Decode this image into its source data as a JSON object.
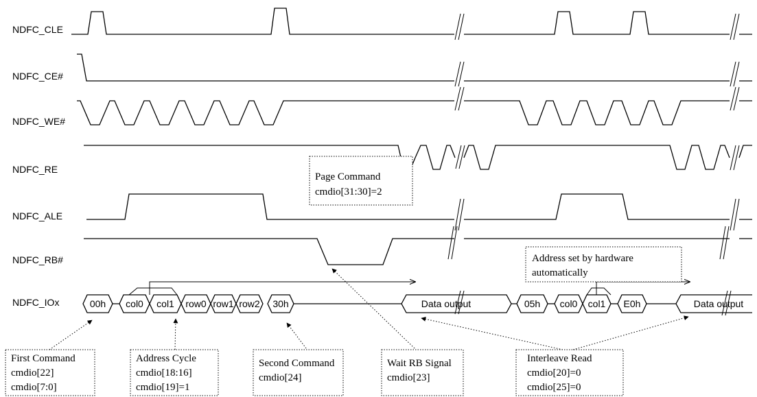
{
  "signals": {
    "cle": "NDFC_CLE",
    "ce": "NDFC_CE#",
    "we": "NDFC_WE#",
    "re": "NDFC_RE",
    "ale": "NDFC_ALE",
    "rb": "NDFC_RB#",
    "io": "NDFC_IOx"
  },
  "bus": {
    "c00h": "00h",
    "col0": "col0",
    "col1": "col1",
    "row0": "row0",
    "row1": "row1",
    "row2": "row2",
    "c30h": "30h",
    "data1": "Data output",
    "c05h": "05h",
    "col0b": "col0",
    "col1b": "col1",
    "cE0h": "E0h",
    "data2": "Data output"
  },
  "notes": {
    "page_command": [
      "Page Command",
      "cmdio[31:30]=2"
    ],
    "address_hw": [
      "Address set by hardware",
      "automatically"
    ],
    "first_command": [
      "First Command",
      "cmdio[22]",
      "cmdio[7:0]"
    ],
    "address_cycle": [
      "Address Cycle",
      "cmdio[18:16]",
      "cmdio[19]=1"
    ],
    "second_command": [
      "Second Command",
      "cmdio[24]"
    ],
    "wait_rb": [
      "Wait RB Signal",
      "cmdio[23]"
    ],
    "interleave_read": [
      "Interleave Read",
      "cmdio[20]=0",
      "cmdio[25]=0"
    ]
  }
}
